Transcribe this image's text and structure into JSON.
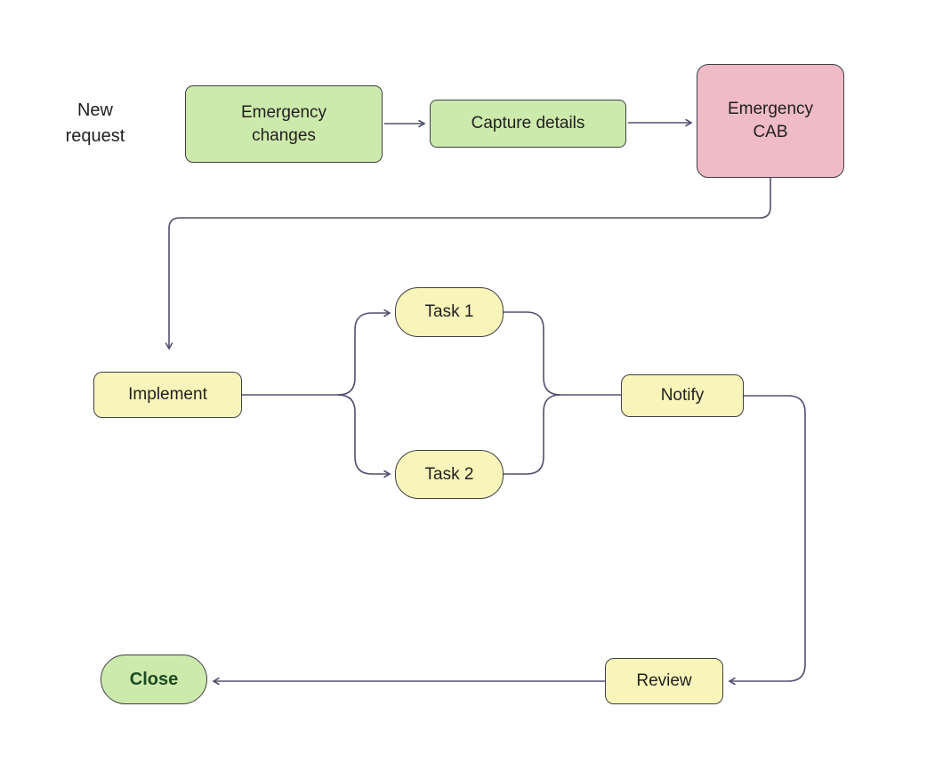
{
  "diagram_type": "flowchart",
  "colors": {
    "green": "#cdeaad",
    "pink": "#eebbc6",
    "yellow": "#f9f5ba",
    "border": "#3f3f46",
    "connector": "#50506e",
    "text": "#1f1f1f",
    "close-text": "#1c4a21"
  },
  "nodes": {
    "new_request": {
      "label": "New\nrequest"
    },
    "emergency_changes": {
      "label": "Emergency\nchanges"
    },
    "capture_details": {
      "label": "Capture details"
    },
    "emergency_cab": {
      "label": "Emergency\nCAB"
    },
    "implement": {
      "label": "Implement"
    },
    "task_1": {
      "label": "Task 1"
    },
    "task_2": {
      "label": "Task 2"
    },
    "notify": {
      "label": "Notify"
    },
    "review": {
      "label": "Review"
    },
    "close": {
      "label": "Close"
    }
  },
  "edges": [
    {
      "from": "emergency_changes",
      "to": "capture_details",
      "arrow": true
    },
    {
      "from": "capture_details",
      "to": "emergency_cab",
      "arrow": true
    },
    {
      "from": "emergency_cab",
      "to": "implement",
      "arrow": true
    },
    {
      "from": "implement",
      "to": "task_1",
      "arrow": true
    },
    {
      "from": "implement",
      "to": "task_2",
      "arrow": true
    },
    {
      "from": "task_1",
      "to": "notify",
      "arrow": false
    },
    {
      "from": "task_2",
      "to": "notify",
      "arrow": false
    },
    {
      "from": "notify",
      "to": "review",
      "arrow": true
    },
    {
      "from": "review",
      "to": "close",
      "arrow": true
    }
  ]
}
